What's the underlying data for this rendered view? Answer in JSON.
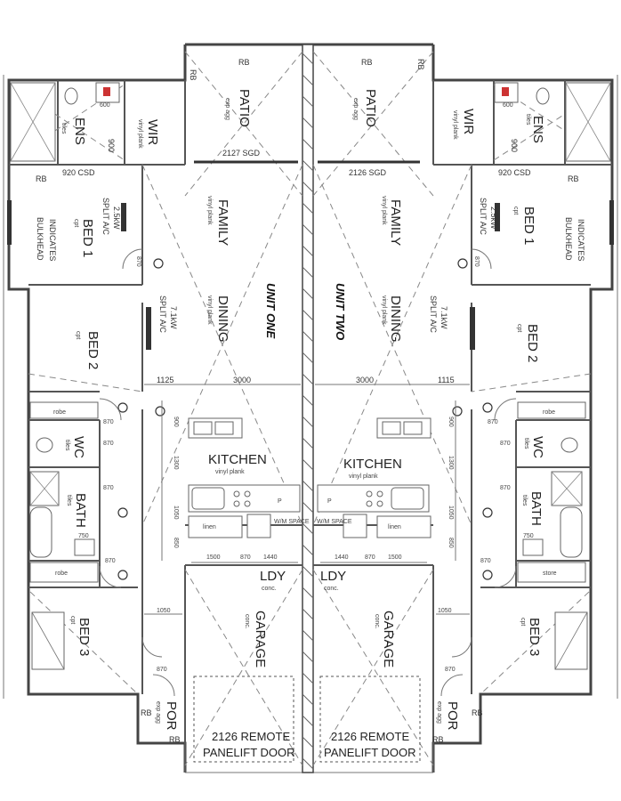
{
  "labels": {
    "rb": "RB",
    "patio": "PATIO",
    "exp_agg": "exp agg",
    "wir": "WIR",
    "vinyl_plank": "vinyl plank",
    "ens": "ENS",
    "tiles": "tiles",
    "dim_920_csd": "920 CSD",
    "dim_900": "900",
    "dim_600": "600",
    "family": "FAMILY",
    "dining": "DINING",
    "bed1": "BED 1",
    "bed2": "BED 2",
    "bed3": "BED 3",
    "cpt": "cpt",
    "split_25": "2.5kW",
    "split_71": "7.1kW",
    "split_ac": "SPLIT A/C",
    "indicates": "INDICATES",
    "bulkhead": "BULKHEAD",
    "dim_870": "870",
    "unit_one": "UNIT ONE",
    "unit_two": "UNIT TWO",
    "sgd_left": "2127 SGD",
    "sgd_right": "2126 SGD",
    "dim_1125": "1125",
    "dim_3000": "3000",
    "dim_1115": "1115",
    "robe": "robe",
    "store": "store",
    "wc": "WC",
    "bath": "BATH",
    "dim_750": "750",
    "kitchen": "KITCHEN",
    "dim_1300": "1300",
    "dim_1050": "1050",
    "dim_850": "850",
    "linen": "linen",
    "wm_space": "W/M SPACE",
    "p": "P",
    "dim_1500": "1500",
    "dim_1440": "1440",
    "dim_870b": "870",
    "ldy": "LDY",
    "conc": "conc.",
    "garage": "GARAGE",
    "por": "POR",
    "door_line1": "2126 REMOTE",
    "door_line2": "PANELIFT DOOR"
  }
}
